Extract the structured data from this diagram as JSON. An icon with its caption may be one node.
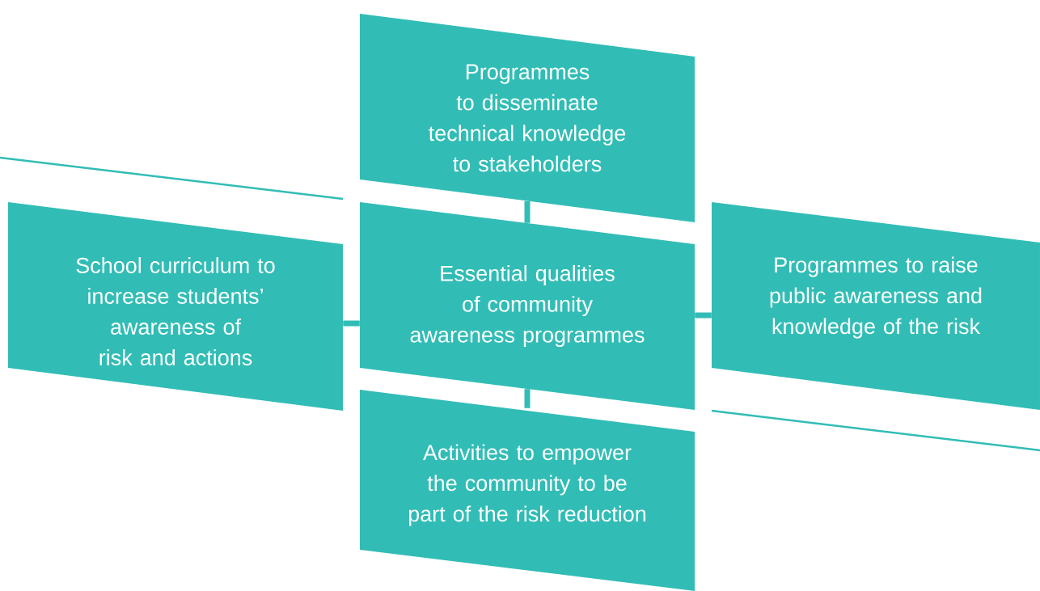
{
  "diagram": {
    "nodes": [
      {
        "text": [
          "Programmes to disseminate technical knowledge to stakeholders"
        ]
      },
      {
        "text": [
          "Essential qualities of community awareness programmes"
        ]
      },
      {
        "text": [
          "School curriculum to increase students’ awareness of risk and actions"
        ]
      },
      {
        "text": [
          "Programmes to raise public awareness and knowledge of the risk"
        ]
      },
      {
        "text": [
          "Activities to empower the community to be part of the risk reduction"
        ]
      }
    ],
    "edges": [
      {
        "from": 1,
        "to": 0,
        "arrow": "none"
      },
      {
        "from": 2,
        "to": 1,
        "arrow": "none"
      },
      {
        "from": 1,
        "to": 3,
        "arrow": "none"
      },
      {
        "from": 1,
        "to": 4,
        "arrow": "none"
      }
    ]
  }
}
